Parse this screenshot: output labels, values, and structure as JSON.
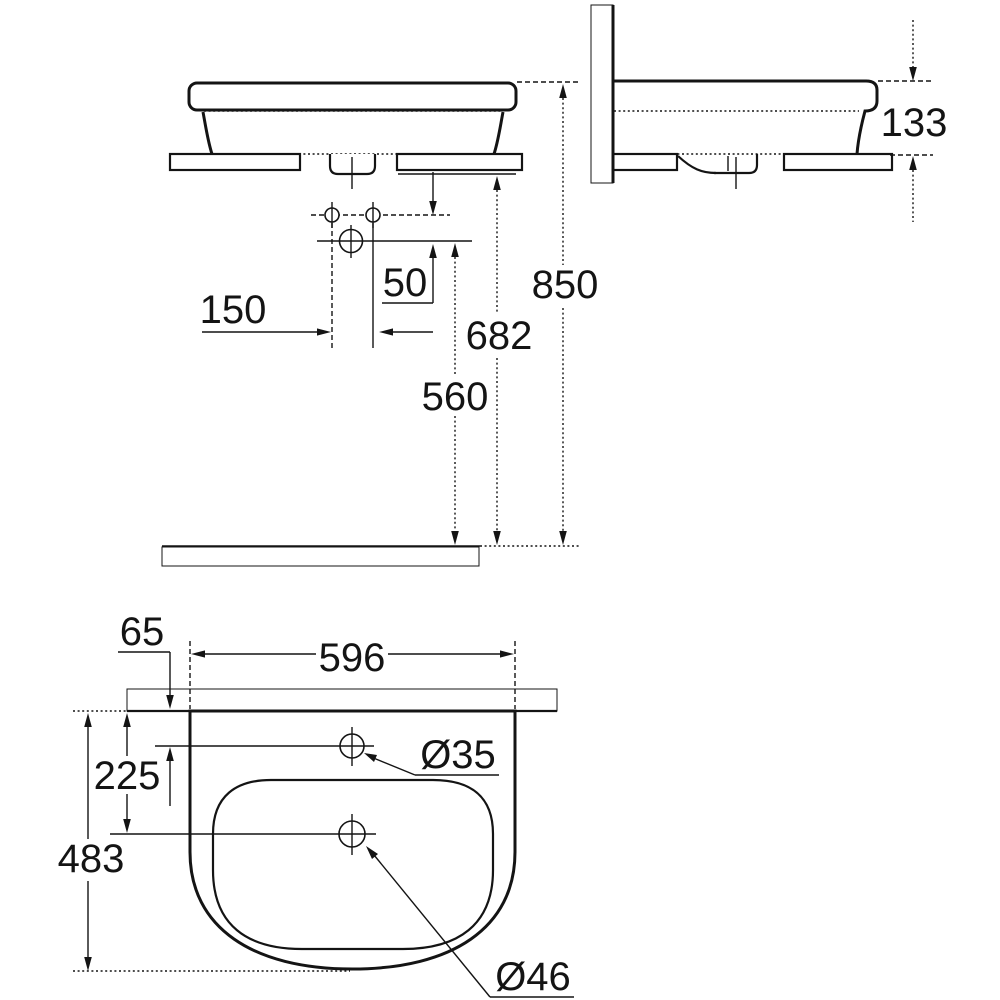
{
  "colors": {
    "ink": "#141414",
    "paper": "#ffffff"
  },
  "views": {
    "front": {
      "dims": {
        "fixing_hole_spacing": "150",
        "hole_row_offset": "50",
        "drain_center_height": "560",
        "basin_underside_height": "682",
        "rim_height": "850"
      }
    },
    "side": {
      "dims": {
        "basin_edge_height": "133"
      }
    },
    "plan": {
      "dims": {
        "tap_hole_setback": "65",
        "basin_width": "596",
        "drain_setback": "225",
        "basin_depth": "483",
        "tap_hole_diameter": "Ø35",
        "drain_hole_diameter": "Ø46"
      }
    }
  }
}
